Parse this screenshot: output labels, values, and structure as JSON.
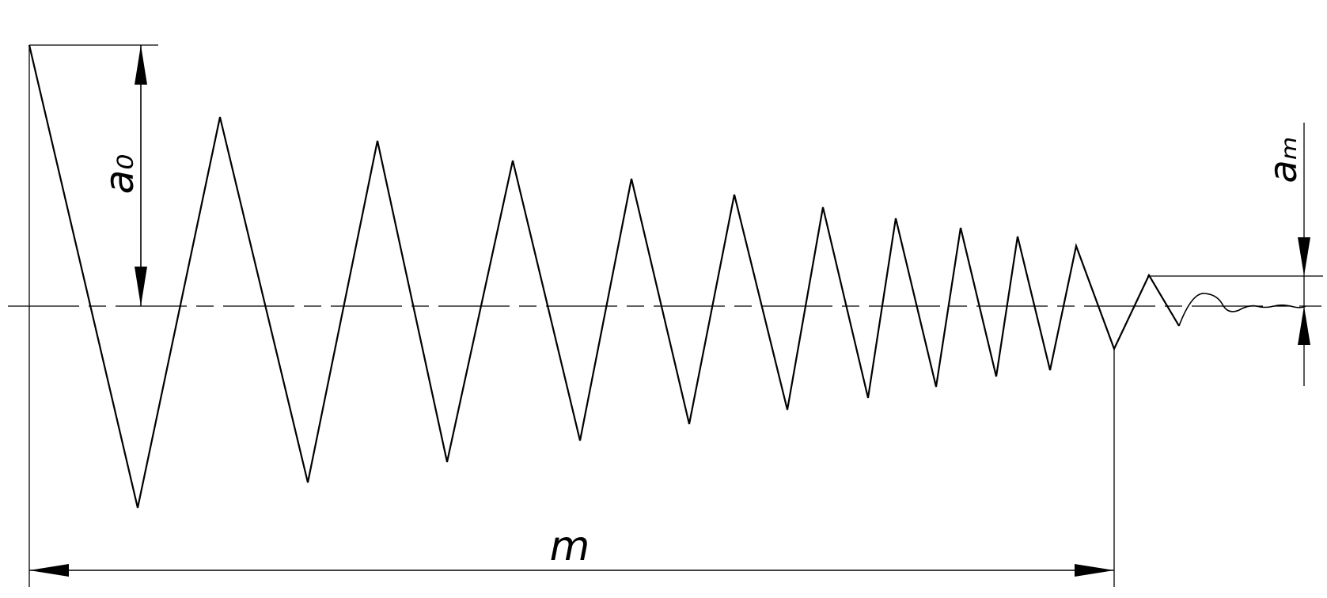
{
  "labels": {
    "initial_amplitude": "a₀",
    "final_amplitude": "aₘ",
    "cycle_count": "m"
  },
  "colors": {
    "stroke": "#000000",
    "background": "#ffffff"
  }
}
